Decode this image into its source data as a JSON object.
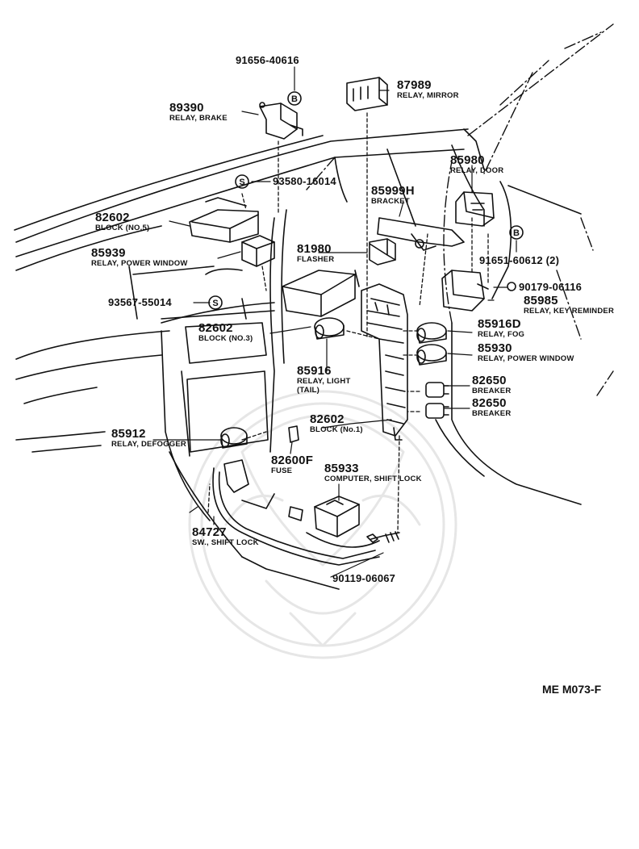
{
  "parts": [
    {
      "id": "p91656",
      "number": "91656-40616"
    },
    {
      "id": "p89390",
      "number": "89390",
      "desc": "RELAY, BRAKE"
    },
    {
      "id": "p87989",
      "number": "87989",
      "desc": "RELAY, MIRROR"
    },
    {
      "id": "p85980",
      "number": "85980",
      "desc": "RELAY, DOOR"
    },
    {
      "id": "p93580",
      "number": "93580-16014"
    },
    {
      "id": "p85999h",
      "number": "85999H",
      "desc": "BRACKET"
    },
    {
      "id": "p82602a",
      "number": "82602",
      "desc": "BLOCK (NO.5)"
    },
    {
      "id": "p91651",
      "number": "91651-60612 (2)"
    },
    {
      "id": "p81980",
      "number": "81980",
      "desc": "FLASHER"
    },
    {
      "id": "p85939",
      "number": "85939",
      "desc": "RELAY, POWER WINDOW"
    },
    {
      "id": "p90179",
      "number": "90179-06116"
    },
    {
      "id": "p85985",
      "number": "85985",
      "desc": "RELAY, KEY REMINDER"
    },
    {
      "id": "p93567",
      "number": "93567-55014"
    },
    {
      "id": "p82602b",
      "number": "82602",
      "desc": "BLOCK (NO.3)"
    },
    {
      "id": "p85916d",
      "number": "85916D",
      "desc": "RELAY, FOG"
    },
    {
      "id": "p85930",
      "number": "85930",
      "desc": "RELAY, POWER WINDOW"
    },
    {
      "id": "p85916",
      "number": "85916",
      "desc": "RELAY, LIGHT",
      "desc2": "(TAIL)"
    },
    {
      "id": "p82650a",
      "number": "82650",
      "desc": "BREAKER"
    },
    {
      "id": "p82650b",
      "number": "82650",
      "desc": "BREAKER"
    },
    {
      "id": "p82602c",
      "number": "82602",
      "desc": "BLOCK (No.1)"
    },
    {
      "id": "p85912",
      "number": "85912",
      "desc": "RELAY, DEFOGGER"
    },
    {
      "id": "p82600f",
      "number": "82600F",
      "desc": "FUSE"
    },
    {
      "id": "p85933",
      "number": "85933",
      "desc": "COMPUTER, SHIFT LOCK"
    },
    {
      "id": "p84727",
      "number": "84727",
      "desc": "SW., SHIFT LOCK"
    },
    {
      "id": "p90119",
      "number": "90119-06067"
    }
  ],
  "symbols": {
    "bolt": "B",
    "screw": "S"
  },
  "diagram_code": "ME M073-F"
}
